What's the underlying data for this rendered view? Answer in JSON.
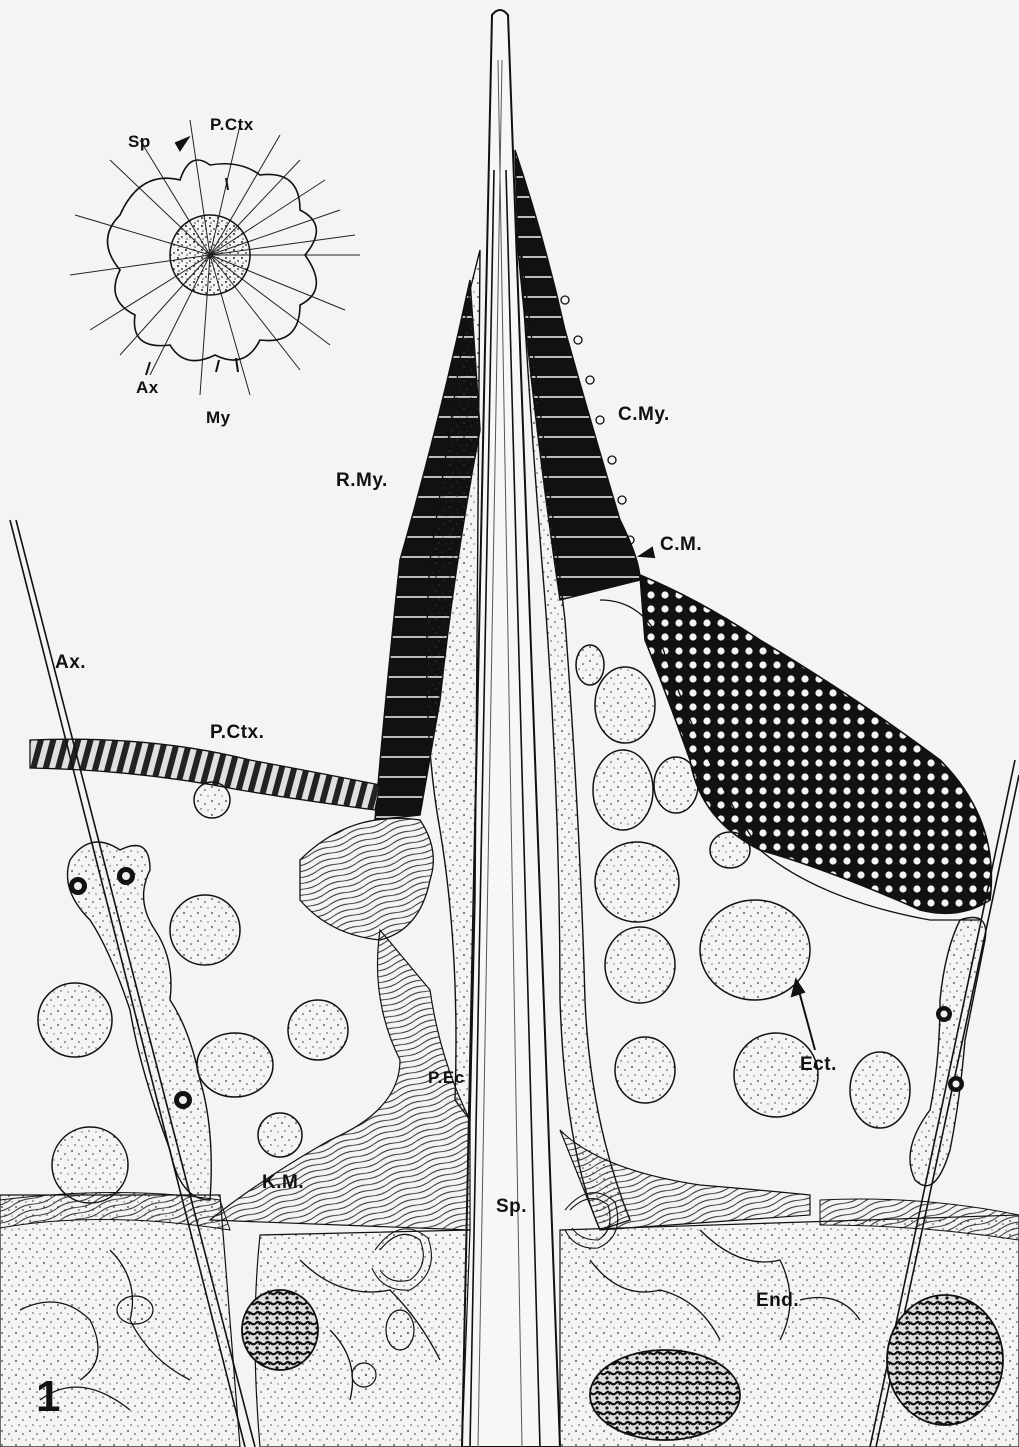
{
  "figure": {
    "number": "1",
    "inset_labels": {
      "sp": "Sp",
      "p_ctx": "P.Ctx",
      "ax": "Ax",
      "my": "My"
    },
    "labels": {
      "c_my": "C.My.",
      "c_m": "C.M.",
      "r_my": "R.My.",
      "ax": "Ax.",
      "p_ctx": "P.Ctx.",
      "ect": "Ect.",
      "p_ec": "P.Ec",
      "k_m": "K.M.",
      "sp": "Sp.",
      "end": "End."
    }
  }
}
